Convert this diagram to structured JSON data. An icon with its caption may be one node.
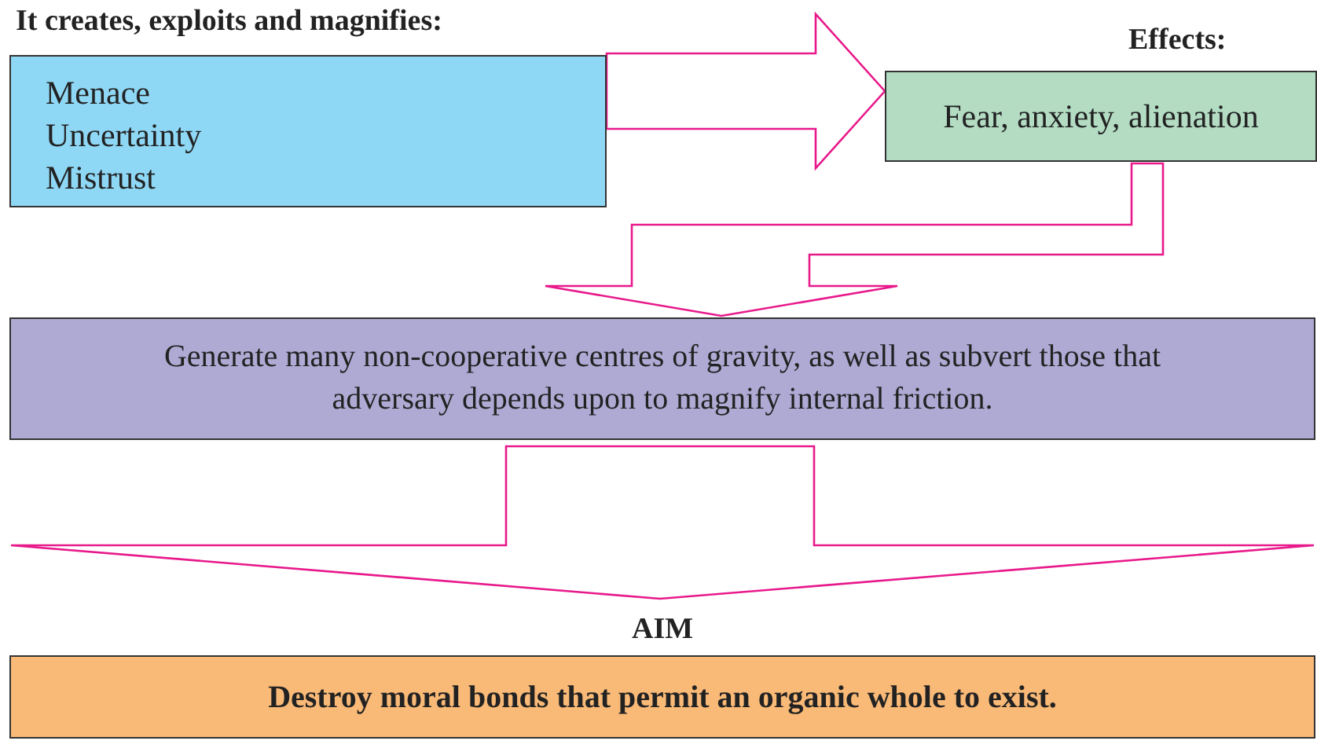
{
  "diagram": {
    "nodes": [
      {
        "text": [
          "It creates, exploits and magnifies:",
          "Menace",
          "Uncertainty",
          "Mistrust"
        ]
      },
      {
        "text": [
          "Effects:",
          "Fear, anxiety, alienation"
        ]
      },
      {
        "text": [
          "Generate many non-cooperative centres of gravity, as well as subvert those that adversary depends upon to magnify internal friction."
        ]
      },
      {
        "text": [
          "AIM",
          "Destroy moral bonds that permit an organic whole to exist."
        ]
      }
    ],
    "edges": [
      {
        "from": 0,
        "to": 1,
        "arrow": "to"
      },
      {
        "from": 1,
        "to": 2,
        "arrow": "to"
      },
      {
        "from": 2,
        "to": 3,
        "arrow": "to"
      }
    ]
  }
}
